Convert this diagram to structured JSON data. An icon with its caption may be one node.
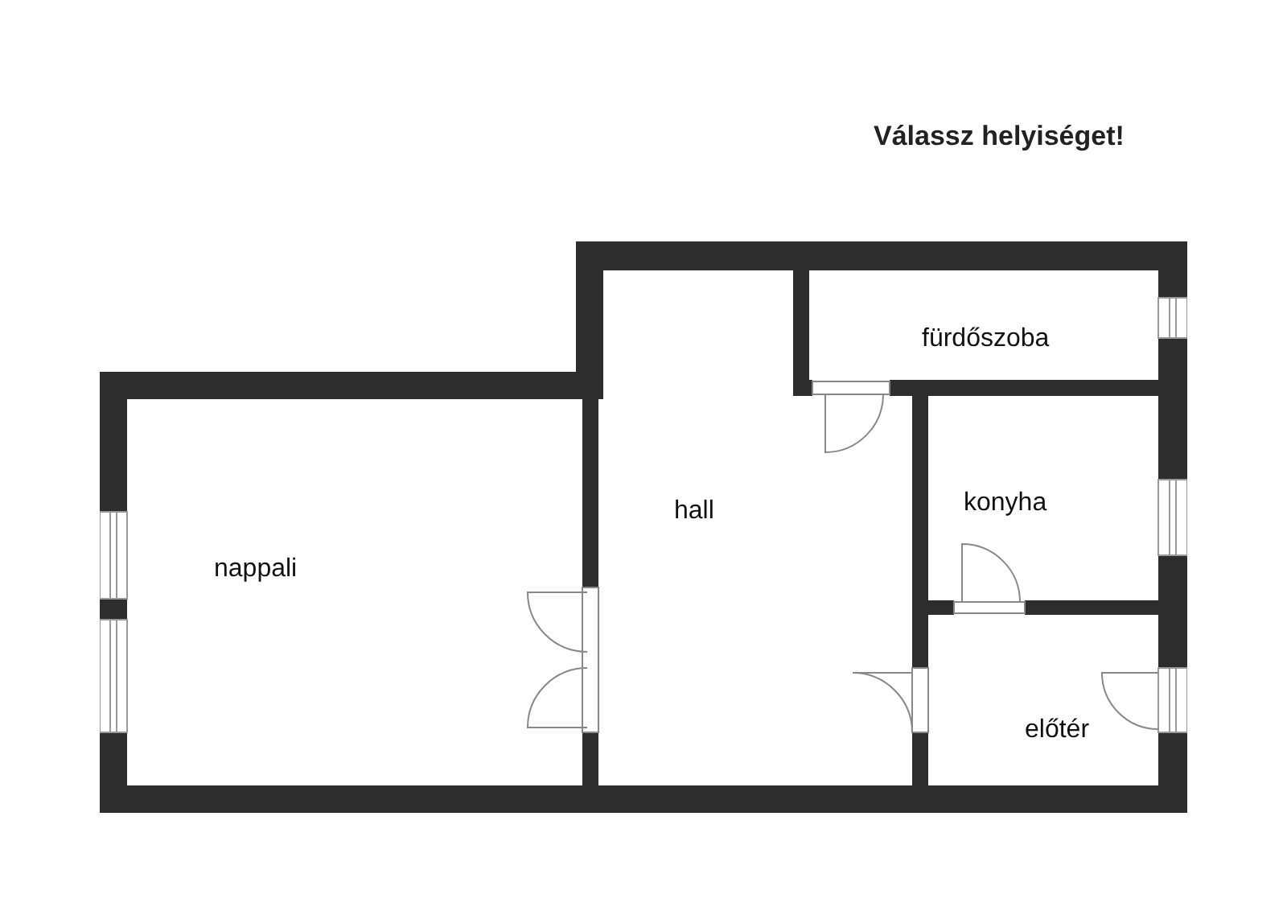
{
  "diagram": {
    "title": "Válassz helyiséget!",
    "nodes": [
      {
        "text": [
          "nappali"
        ]
      },
      {
        "text": [
          "hall"
        ]
      },
      {
        "text": [
          "fürdőszoba"
        ]
      },
      {
        "text": [
          "konyha"
        ]
      },
      {
        "text": [
          "előtér"
        ]
      }
    ],
    "edges": []
  }
}
